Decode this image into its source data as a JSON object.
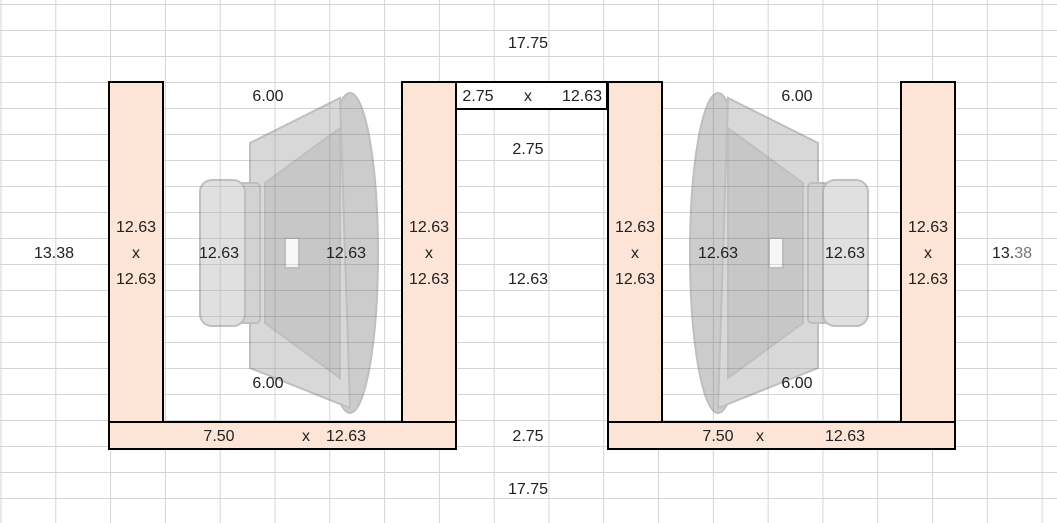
{
  "diagram": {
    "top_width": "17.75",
    "bottom_width": "17.75",
    "left_height": "13.38",
    "right_height": {
      "a": "13.",
      "b": "38"
    },
    "left_chamber": {
      "top_depth": "6.00",
      "bottom_depth": "6.00",
      "inner_left": "12.63",
      "inner_right": "12.63",
      "outer_panel": {
        "w": "12.63",
        "x": "x",
        "h": "12.63"
      },
      "inner_panel": {
        "w": "12.63",
        "x": "x",
        "h": "12.63"
      },
      "bottom_panel": {
        "w": "7.50",
        "x": "x",
        "h": "12.63"
      }
    },
    "center": {
      "top_panel": {
        "w": "2.75",
        "x": "x",
        "h": "12.63"
      },
      "gap_top": "2.75",
      "middle": "12.63",
      "gap_bottom": "2.75"
    },
    "right_chamber": {
      "top_depth": "6.00",
      "bottom_depth": "6.00",
      "inner_left": "12.63",
      "inner_right": "12.63",
      "inner_panel": {
        "w": "12.63",
        "x": "x",
        "h": "12.63"
      },
      "outer_panel": {
        "w": "12.63",
        "x": "x",
        "h": "12.63"
      },
      "bottom_panel": {
        "w": "7.50",
        "x": "x",
        "h": "12.63"
      }
    }
  },
  "colors": {
    "panel_fill": "#fce4d6",
    "grid": "#d4d4d4",
    "speaker": "#9a9a9a"
  },
  "icons": [
    "speaker-image-left",
    "speaker-image-right"
  ]
}
